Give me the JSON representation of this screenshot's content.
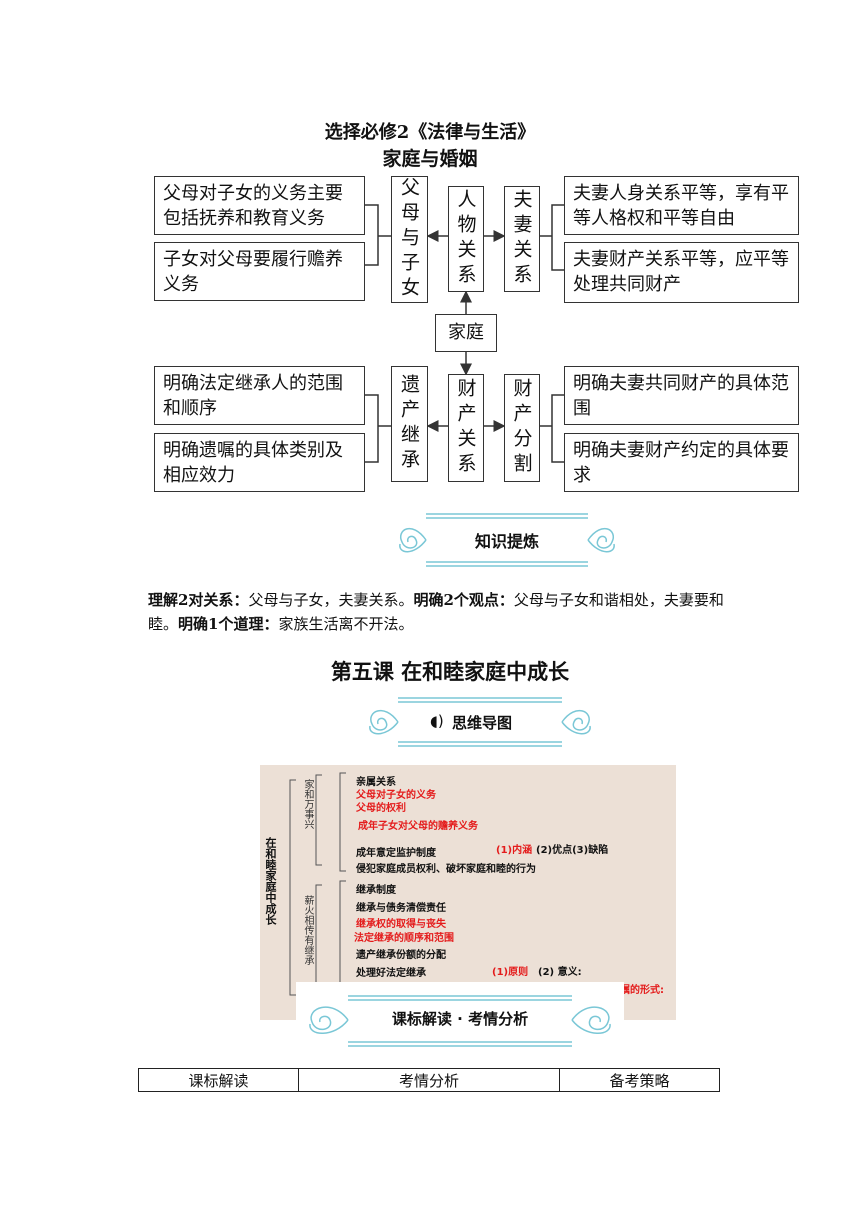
{
  "header": {
    "course": "选择必修2《法律与生活》",
    "unit": "家庭与婚姻"
  },
  "concept_map": {
    "center": "家庭",
    "persons": "人物关系",
    "property": "财产关系",
    "parents_children": "父母与子女",
    "spouses": "夫妻关系",
    "inheritance": "遗产继承",
    "property_division": "财产分割",
    "left_top": [
      "父母对子女的义务主要包括抚养和教育义务",
      "子女对父母要履行赡养义务"
    ],
    "right_top": [
      "夫妻人身关系平等，享有平等人格权和平等自由",
      "夫妻财产关系平等，应平等处理共同财产"
    ],
    "left_bottom": [
      "明确法定继承人的范围和顺序",
      "明确遗嘱的具体类别及相应效力"
    ],
    "right_bottom": [
      "明确夫妻共同财产的具体范围",
      "明确夫妻财产约定的具体要求"
    ]
  },
  "banners": {
    "knowledge": "知识提炼",
    "mindmap": "思维导图",
    "curriculum": "课标解读 · 考情分析"
  },
  "summary": {
    "l1": "理解2对关系：",
    "t1": "父母与子女，夫妻关系。",
    "l2": "明确2个观点：",
    "t2": "父母与子女和谐相处，夫妻要和睦。",
    "l3": "明确1个道理：",
    "t3": "家族生活离不开法。"
  },
  "lesson_title": "第五课  在和睦家庭中成长",
  "mind_map": {
    "root": "在和睦家庭中成长",
    "branch1": "家和万事兴",
    "branch2": "薪火相传有继承",
    "items": {
      "a1": "亲属关系",
      "a2": "父母对子女的义务",
      "a3": "父母的权利",
      "a4": "成年子女对父母的赡养义务",
      "a5": "成年意定监护制度",
      "a5b": "(1)内涵",
      "a5c": "(2)优点(3)缺陷",
      "a6": "侵犯家庭成员权利、破坏家庭和睦的行为",
      "b1": "继承制度",
      "b2": "继承与债务清偿责任",
      "b3": "继承权的取得与丧失",
      "b4": "法定继承的顺序和范围",
      "b5": "遗产继承份额的分配",
      "b6": "处理好法定继承",
      "b6b": "(1)原则",
      "b6c": "(2)  意义:",
      "b7": "嘱的形式:"
    }
  },
  "table": {
    "headers": [
      "课标解读",
      "考情分析",
      "备考策略"
    ]
  }
}
